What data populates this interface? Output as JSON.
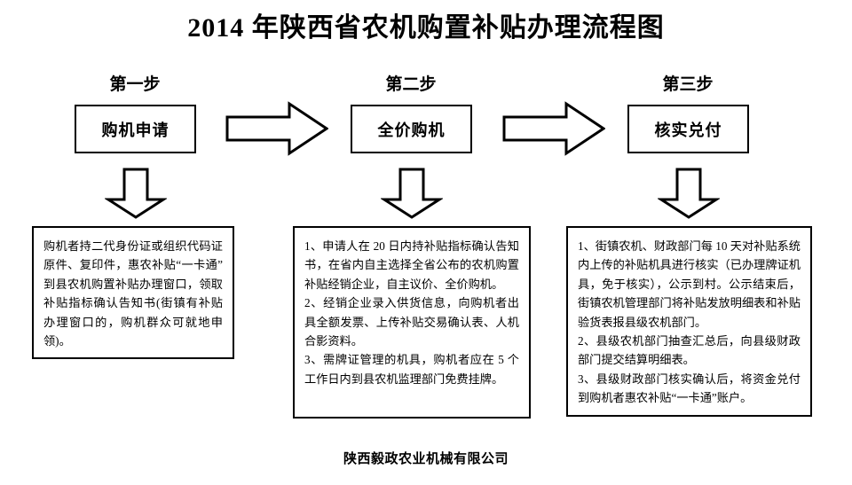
{
  "document": {
    "title": "2014 年陕西省农机购置补贴办理流程图",
    "footer": "陕西毅政农业机械有限公司"
  },
  "colors": {
    "background": "#ffffff",
    "text": "#000000",
    "stroke": "#000000"
  },
  "steps": [
    {
      "caption": "第一步",
      "box_label": "购机申请",
      "detail_paragraphs": [
        "购机者持二代身份证或组织代码证原件、复印件，惠农补贴“一卡通”到县农机购置补贴办理窗口，领取补贴指标确认告知书(街镇有补贴办理窗口的，购机群众可就地申领)。"
      ]
    },
    {
      "caption": "第二步",
      "box_label": "全价购机",
      "detail_paragraphs": [
        "1、申请人在 20 日内持补贴指标确认告知书，在省内自主选择全省公布的农机购置补贴经销企业，自主议价、全价购机。",
        "2、经销企业录入供货信息，向购机者出具全额发票、上传补贴交易确认表、人机合影资料。",
        "3、需牌证管理的机具，购机者应在 5 个工作日内到县农机监理部门免费挂牌。"
      ]
    },
    {
      "caption": "第三步",
      "box_label": "核实兑付",
      "detail_paragraphs": [
        "1、街镇农机、财政部门每 10 天对补贴系统内上传的补贴机具进行核实（已办理牌证机具，免于核实），公示到村。公示结束后，街镇农机管理部门将补贴发放明细表和补贴验货表报县级农机部门。",
        "2、县级农机部门抽查汇总后，向县级财政部门提交结算明细表。",
        "3、县级财政部门核实确认后，将资金兑付到购机者惠农补贴“一卡通”账户。"
      ]
    }
  ],
  "connectors": {
    "horizontal": [
      {
        "name": "arrow-step1-to-step2",
        "direction": "right"
      },
      {
        "name": "arrow-step2-to-step3",
        "direction": "right"
      }
    ],
    "vertical": [
      {
        "name": "arrow-step1-to-detail1",
        "direction": "down"
      },
      {
        "name": "arrow-step2-to-detail2",
        "direction": "down"
      },
      {
        "name": "arrow-step3-to-detail3",
        "direction": "down"
      }
    ]
  }
}
